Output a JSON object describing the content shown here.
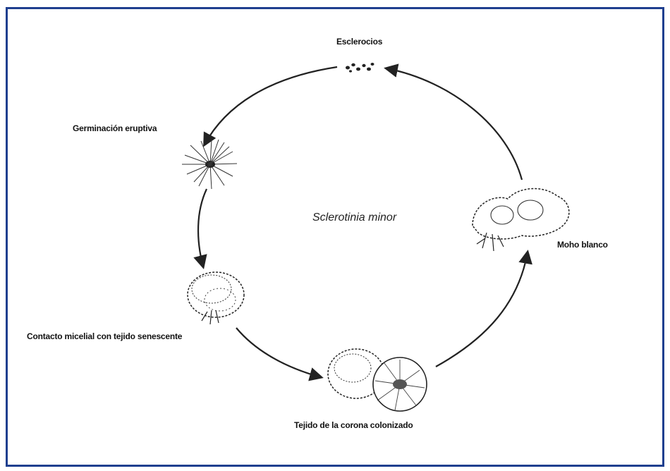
{
  "diagram": {
    "center_title": "Sclerotinia minor",
    "stages": [
      {
        "id": "esclerocios",
        "label": "Esclerocios"
      },
      {
        "id": "germinacion",
        "label": "Germinación eruptiva"
      },
      {
        "id": "contacto",
        "label": "Contacto micelial con tejido senescente"
      },
      {
        "id": "tejido",
        "label": "Tejido de la corona colonizado"
      },
      {
        "id": "moho",
        "label": "Moho blanco"
      }
    ],
    "colors": {
      "frame": "#1f3f8f",
      "arrow": "#222222",
      "ink": "#111111"
    }
  }
}
